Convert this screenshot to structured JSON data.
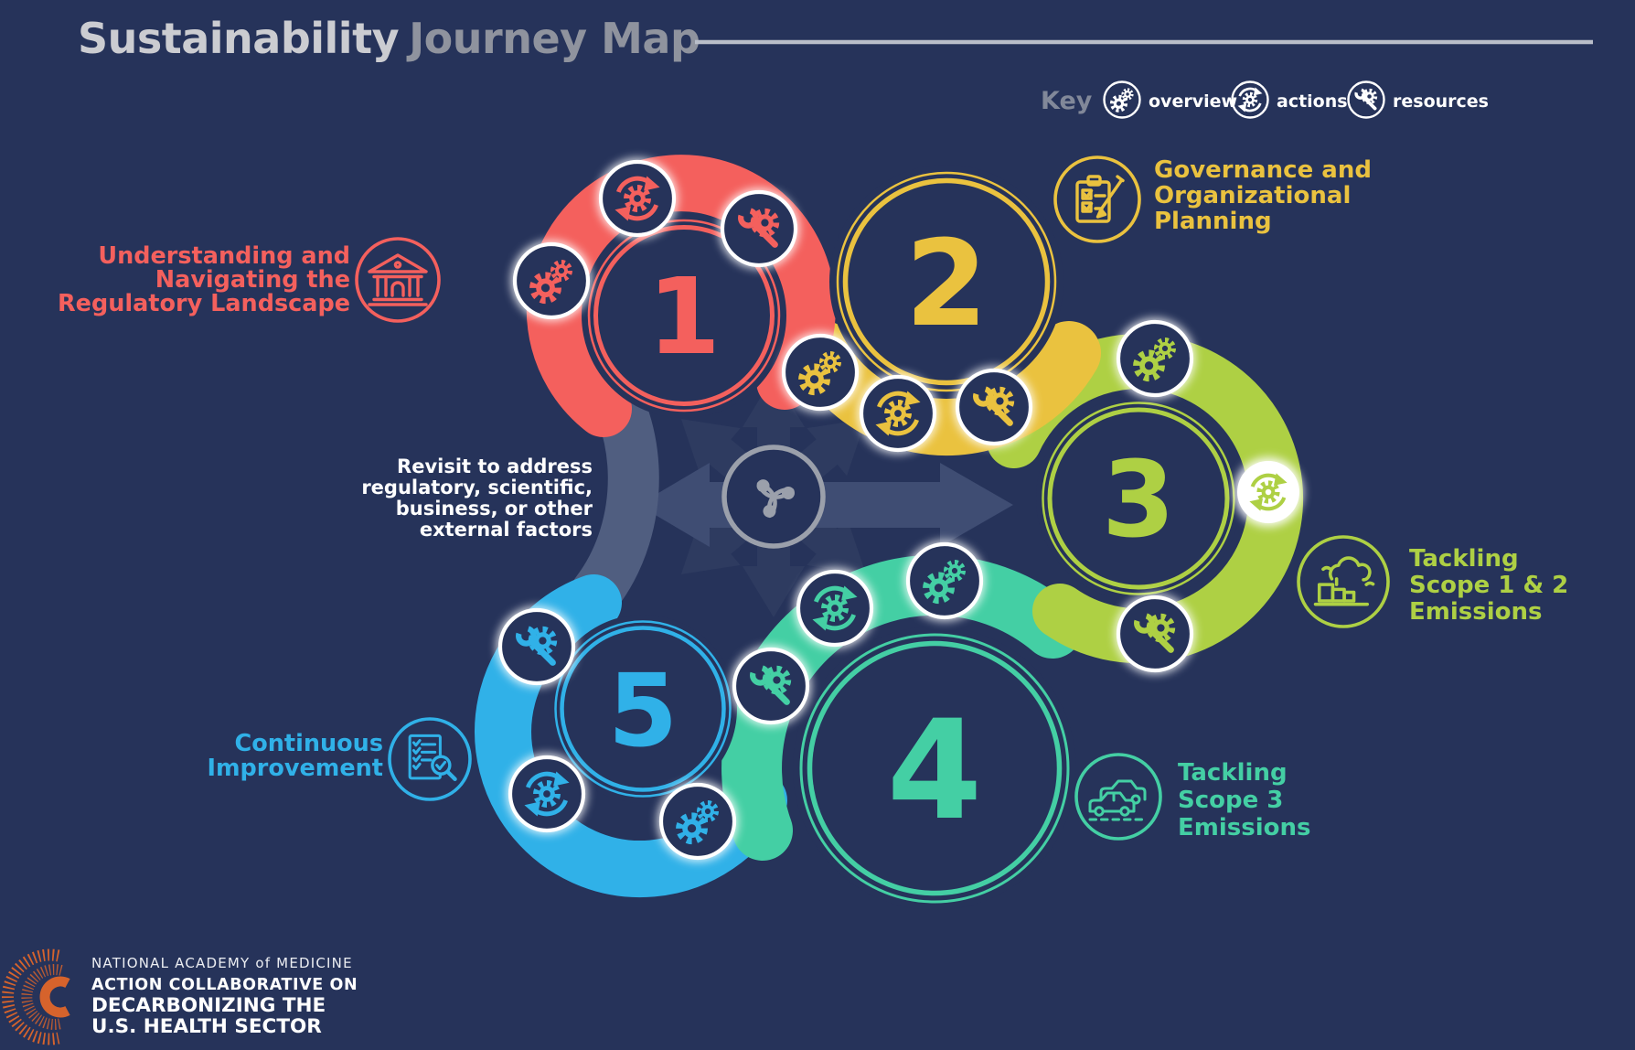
{
  "title": {
    "primary": "Sustainability",
    "secondary": "Journey Map"
  },
  "key": {
    "label": "Key",
    "items": [
      {
        "icon": "overview-icon",
        "label": "overview"
      },
      {
        "icon": "actions-icon",
        "label": "actions"
      },
      {
        "icon": "resources-icon",
        "label": "resources"
      }
    ]
  },
  "center_note": {
    "line1": "Revisit to address",
    "line2": "regulatory, scientific,",
    "line3": "business, or other",
    "line4": "external factors"
  },
  "stages": [
    {
      "number": "1",
      "color": "#f4605d",
      "icon": "bank-icon",
      "line1": "Understanding and",
      "line2": "Navigating the",
      "line3": "Regulatory Landscape",
      "badges": [
        "overview",
        "actions",
        "resources"
      ]
    },
    {
      "number": "2",
      "color": "#eac23f",
      "icon": "clipboard-pencil-icon",
      "line1": "Governance and",
      "line2": "Organizational",
      "line3": "Planning",
      "badges": [
        "overview",
        "actions",
        "resources"
      ]
    },
    {
      "number": "3",
      "color": "#aed044",
      "icon": "factory-emissions-icon",
      "line1": "Tackling",
      "line2": "Scope 1 & 2",
      "line3": "Emissions",
      "badges": [
        "overview",
        "actions",
        "resources"
      ]
    },
    {
      "number": "4",
      "color": "#44cfa4",
      "icon": "cars-icon",
      "line1": "Tackling",
      "line2": "Scope 3",
      "line3": "Emissions",
      "badges": [
        "overview",
        "actions",
        "resources"
      ]
    },
    {
      "number": "5",
      "color": "#30b1e8",
      "icon": "checklist-magnifier-icon",
      "line1": "Continuous",
      "line2": "Improvement",
      "badges": [
        "resources",
        "actions",
        "overview"
      ]
    }
  ],
  "footer_logo": {
    "line1": "NATIONAL ACADEMY of MEDICINE",
    "line2": "ACTION COLLABORATIVE ON",
    "line3": "DECARBONIZING THE",
    "line4": "U.S. HEALTH SECTOR"
  },
  "colors": {
    "background": "#26335a",
    "stage1_red": "#f4605d",
    "stage2_yellow": "#eac23f",
    "stage3_green": "#aed044",
    "stage4_teal": "#44cfa4",
    "stage5_blue": "#30b1e8",
    "title_gray": "#8f939e",
    "arrow_slate": "#2e3b60",
    "swash_gray": "#505e80",
    "logo_orange": "#d6632c"
  }
}
